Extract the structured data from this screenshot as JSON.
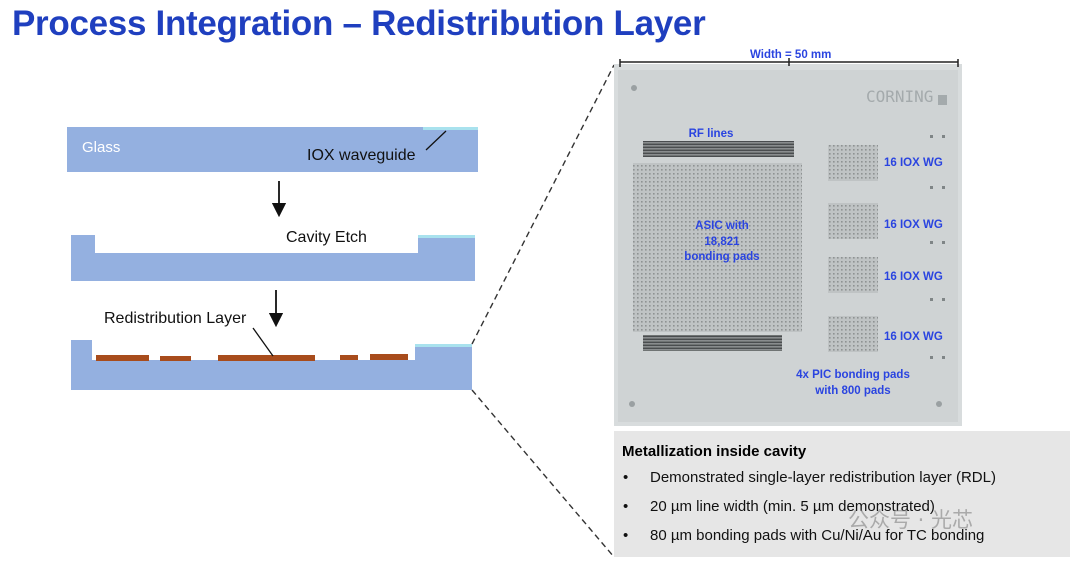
{
  "title": "Process Integration – Redistribution Layer",
  "diagram": {
    "glass_label": "Glass",
    "waveguide_label": "IOX waveguide",
    "cavity_label": "Cavity Etch",
    "rdl_label": "Redistribution Layer"
  },
  "photo": {
    "width_label": "Width = 50 mm",
    "brand_label": "CORNING",
    "rf_label": "RF lines",
    "asic_label_line1": "ASIC with",
    "asic_label_line2": "18,821",
    "asic_label_line3": "bonding pads",
    "wg_labels": [
      "16 IOX WG",
      "16 IOX WG",
      "16 IOX WG",
      "16 IOX WG"
    ],
    "pic_label_line1": "4x PIC bonding pads",
    "pic_label_line2": "with 800 pads"
  },
  "notes": {
    "heading": "Metallization inside cavity",
    "bullets": [
      "Demonstrated single-layer redistribution layer (RDL)",
      "20 µm line width (min. 5 µm demonstrated)",
      "80 µm bonding pads with Cu/Ni/Au for TC bonding"
    ]
  },
  "watermark": "公众号 · 光芯",
  "colors": {
    "title": "#1f3fbf",
    "glass": "#94b0e0",
    "copper": "#a84c1c",
    "waveguide": "#a9e2ee",
    "photo_label": "#2a44e0",
    "notes_bg": "#e6e6e6"
  }
}
